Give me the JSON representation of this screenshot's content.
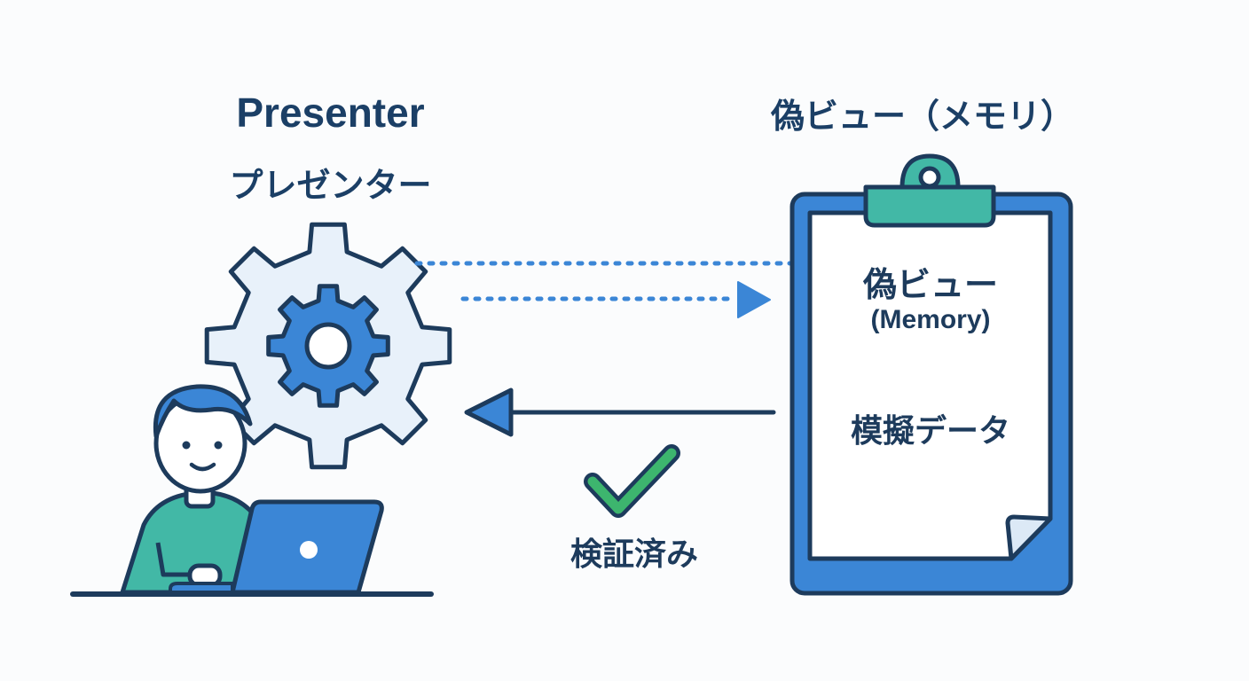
{
  "presenter": {
    "title": "Presenter",
    "subtitle": "プレゼンター"
  },
  "fake_view": {
    "header": "偽ビュー（メモリ）",
    "clipboard_title": "偽ビュー",
    "clipboard_memory": "(Memory)",
    "clipboard_data": "模擬データ"
  },
  "verification": {
    "label": "検証済み"
  },
  "colors": {
    "navy": "#1d3b5c",
    "blue": "#3b86d6",
    "teal": "#42b8a6",
    "green": "#3db56e",
    "light": "#e8f1fa"
  },
  "icons": {
    "gear": "gear-icon",
    "clipboard": "clipboard-icon",
    "checkmark": "checkmark-icon",
    "person": "person-icon",
    "laptop": "laptop-icon"
  }
}
